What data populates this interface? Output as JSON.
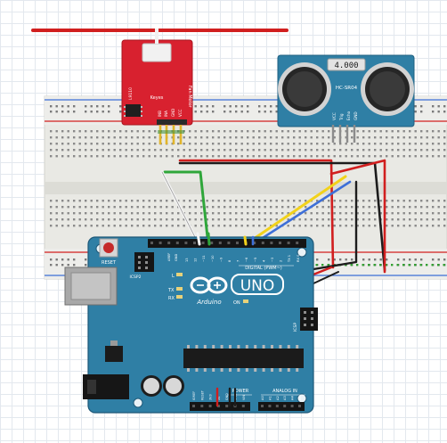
{
  "fan_module": {
    "brand": "Keyes",
    "title": "Fan Motor",
    "chip_label": "L9110",
    "pins": [
      "INB",
      "INA",
      "GND",
      "VCC"
    ]
  },
  "sensor": {
    "display": "4.000",
    "model": "HC-SR04",
    "pins": [
      "VCC",
      "Trig",
      "Echo",
      "GND"
    ]
  },
  "arduino": {
    "brand": "Arduino",
    "model": "UNO",
    "reset_label": "RESET",
    "icsp_label": "ICSP2",
    "icsp2_label": "ICSP",
    "digital_label": "DIGITAL (PWM~)",
    "aref_label": "AREF",
    "gnd_label": "GND",
    "led_l": "L",
    "led_tx": "TX",
    "led_rx": "RX",
    "on_label": "ON",
    "power_label": "POWER",
    "analog_label": "ANALOG IN",
    "digital_pins": [
      "13",
      "12",
      "~11",
      "~10",
      "~9",
      "8",
      "7",
      "~6",
      "~5",
      "4",
      "~3",
      "2",
      "TX 1",
      "RX 0"
    ],
    "power_pins": [
      "IOREF",
      "RESET",
      "3V3",
      "5V",
      "GND",
      "GND",
      "VIN"
    ],
    "analog_pins": [
      "A0",
      "A1",
      "A2",
      "A3",
      "A4",
      "A5"
    ]
  },
  "colors": {
    "board": "#2f7fa5",
    "module_red": "#d8212f",
    "breadboard": "#e9e9e4",
    "wire_red": "#d11f1f",
    "wire_black": "#1c1c1c",
    "wire_green": "#2fa63a",
    "wire_yellow": "#f2d21b",
    "wire_blue": "#3d6fd8",
    "wire_white": "#f4f4f4"
  }
}
